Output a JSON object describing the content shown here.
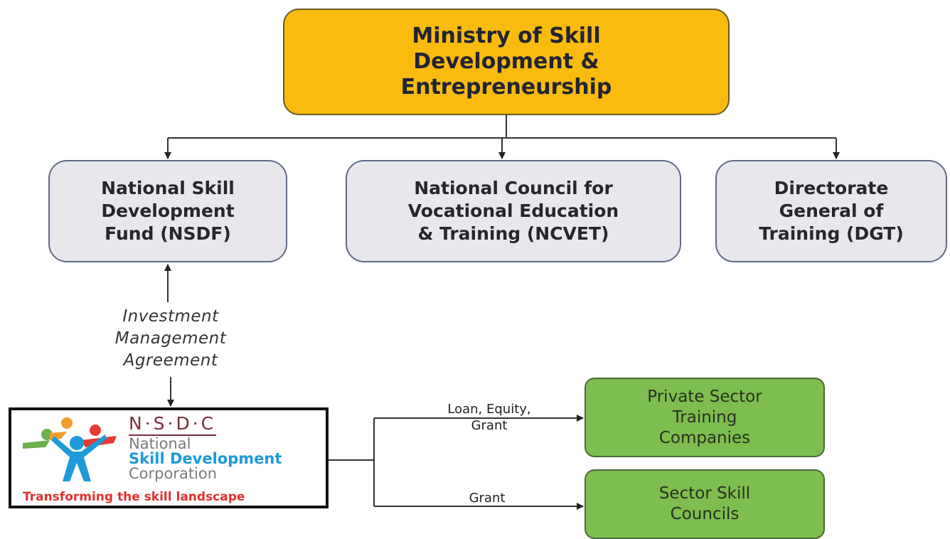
{
  "nodes": {
    "ministry": "Ministry of Skill\nDevelopment &\nEntrepreneurship",
    "nsdf": "National Skill\nDevelopment\nFund (NSDF)",
    "ncvet": "National Council for\nVocational Education\n& Training (NCVET)",
    "dgt": "Directorate\nGeneral of\nTraining (DGT)",
    "private_sector": "Private Sector\nTraining\nCompanies",
    "sector_skill": "Sector Skill\nCouncils"
  },
  "labels": {
    "agreement": "Investment\nManagement\nAgreement",
    "loan_equity_grant": "Loan, Equity,\nGrant",
    "grant": "Grant"
  },
  "nsdc": {
    "abbreviation": "N·S·D·C",
    "line1": "National",
    "line2": "Skill Development",
    "line3": "Corporation",
    "tagline": "Transforming the skill landscape"
  },
  "colors": {
    "ministry_fill": "#f8bb0e",
    "agency_fill": "#e7e7ec",
    "green_fill": "#7ebd4f",
    "tagline_red": "#e23030",
    "logo_blue": "#1e9ad8"
  }
}
